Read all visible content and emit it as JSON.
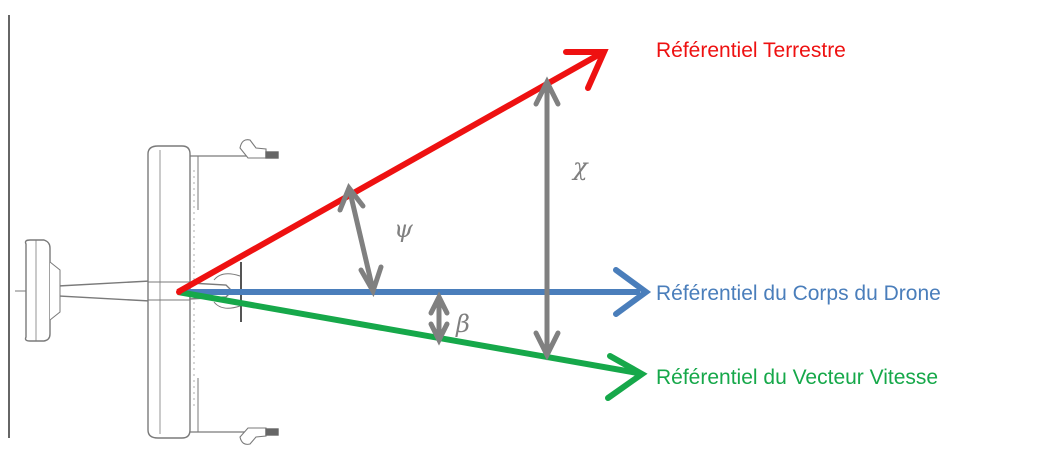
{
  "labels": {
    "earth_frame": "Référentiel Terrestre",
    "body_frame": "Référentiel du Corps du Drone",
    "velocity_frame": "Référentiel du Vecteur Vitesse"
  },
  "angles": {
    "psi": "ψ",
    "chi": "χ",
    "beta": "β"
  },
  "colors": {
    "earth_frame": "#ee1111",
    "body_frame": "#4a7ebb",
    "velocity_frame": "#16a84a",
    "angle_arrows": "#808080",
    "aircraft_outline": "#7a7a7a",
    "left_rule": "#000000"
  }
}
